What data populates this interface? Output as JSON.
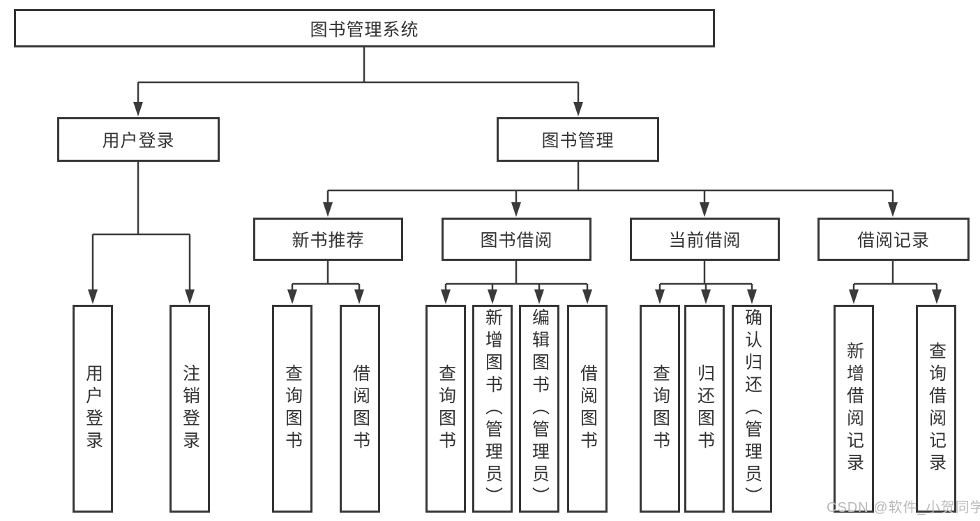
{
  "diagram": {
    "root": {
      "label": "图书管理系统"
    },
    "level1": [
      {
        "label": "用户登录",
        "children": [
          {
            "label": "用户登录"
          },
          {
            "label": "注销登录"
          }
        ]
      },
      {
        "label": "图书管理",
        "children": [
          {
            "label": "新书推荐",
            "children": [
              {
                "label": "查询图书"
              },
              {
                "label": "借阅图书"
              }
            ]
          },
          {
            "label": "图书借阅",
            "children": [
              {
                "label": "查询图书"
              },
              {
                "label": "新增图书（管理员）"
              },
              {
                "label": "编辑图书（管理员）"
              },
              {
                "label": "借阅图书"
              }
            ]
          },
          {
            "label": "当前借阅",
            "children": [
              {
                "label": "查询图书"
              },
              {
                "label": "归还图书"
              },
              {
                "label": "确认归还（管理员）"
              }
            ]
          },
          {
            "label": "借阅记录",
            "children": [
              {
                "label": "新增借阅记录"
              },
              {
                "label": "查询借阅记录"
              }
            ]
          }
        ]
      }
    ]
  },
  "watermark": {
    "text": "CSDN @软件_小贺同学"
  },
  "colors": {
    "line": "#3a3a3a",
    "border": "#363636",
    "text": "#333333",
    "node_background": "#ffffff",
    "page_background": "#ffffff",
    "watermark": "#b9b9b9"
  }
}
